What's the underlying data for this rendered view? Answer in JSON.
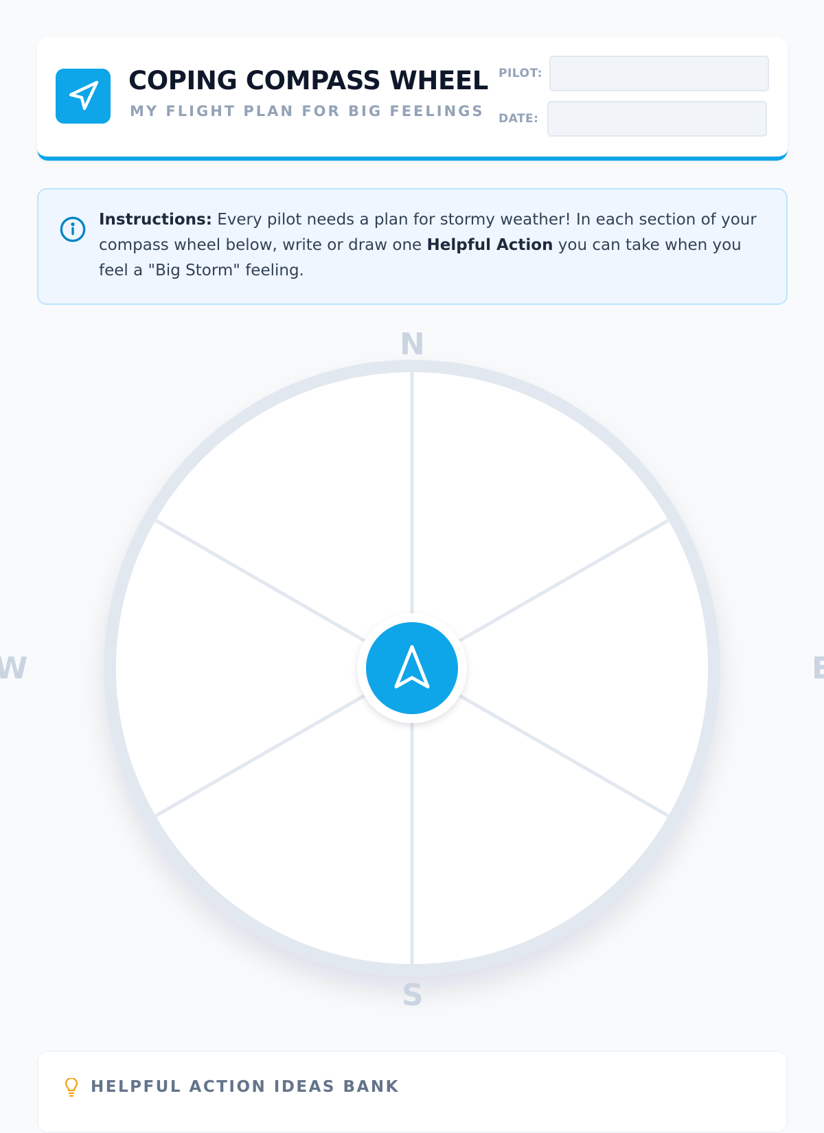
{
  "header": {
    "title": "COPING COMPASS WHEEL",
    "subtitle": "MY FLIGHT PLAN FOR BIG FEELINGS",
    "pilot_label": "PILOT:",
    "pilot_value": "",
    "date_label": "DATE:",
    "date_value": "",
    "logo_icon": "send-navigation-icon"
  },
  "instructions": {
    "label": "Instructions:",
    "text_part1": " Every pilot needs a plan for stormy weather! In each section of your compass wheel below, write or draw one ",
    "highlight": "Helpful Action",
    "text_part2": " you can take when you feel a \"Big Storm\" feeling.",
    "icon": "info-icon"
  },
  "compass": {
    "north": "N",
    "south": "S",
    "east": "E",
    "west": "W",
    "sections": 6,
    "center_icon": "navigation-arrow-icon"
  },
  "ideas_bank": {
    "title": "HELPFUL ACTION IDEAS BANK",
    "icon": "lightbulb-icon"
  },
  "colors": {
    "accent": "#0ea5e9",
    "info_bg": "#eff6ff",
    "info_border": "#bae6fd",
    "wheel_rim": "#e2e8f0",
    "muted_text": "#94a3b8",
    "lightbulb": "#f59e0b"
  }
}
